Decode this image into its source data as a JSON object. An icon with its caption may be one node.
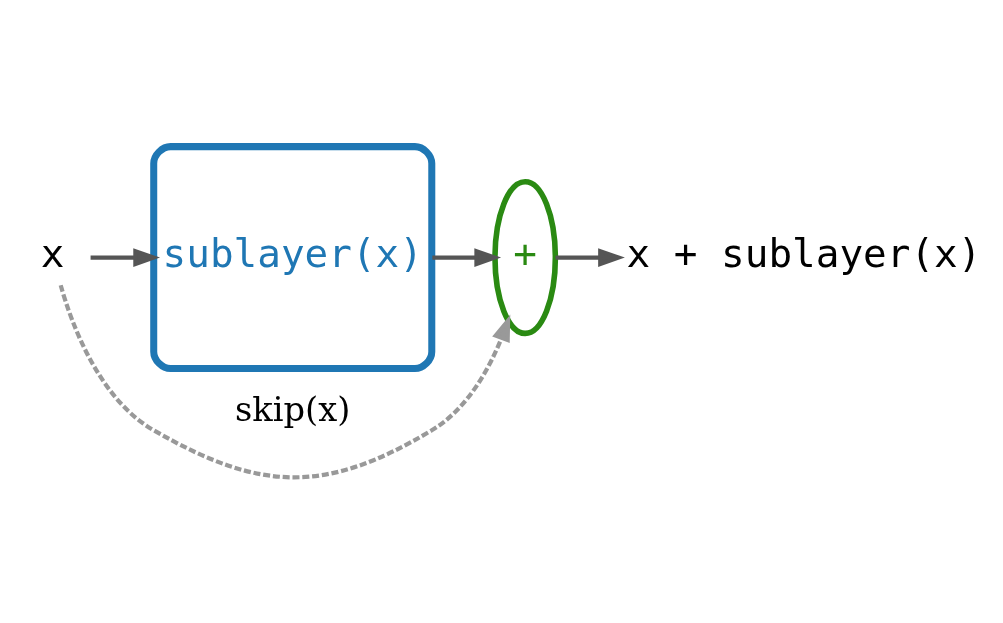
{
  "diagram": {
    "nodes": [
      {
        "text": [
          "x"
        ]
      },
      {
        "text": [
          "sublayer(x)"
        ]
      },
      {
        "text": [
          "+"
        ]
      },
      {
        "text": [
          "x + sublayer(x)"
        ]
      }
    ],
    "edges": [
      {
        "from": 0,
        "to": 1,
        "arrow": "to"
      },
      {
        "from": 1,
        "to": 2,
        "arrow": "to"
      },
      {
        "from": 2,
        "to": 3,
        "arrow": "to"
      },
      {
        "from": 0,
        "to": 2,
        "arrow": "to",
        "label": "skip(x)",
        "style": "dashed",
        "color": "#999999"
      }
    ]
  }
}
